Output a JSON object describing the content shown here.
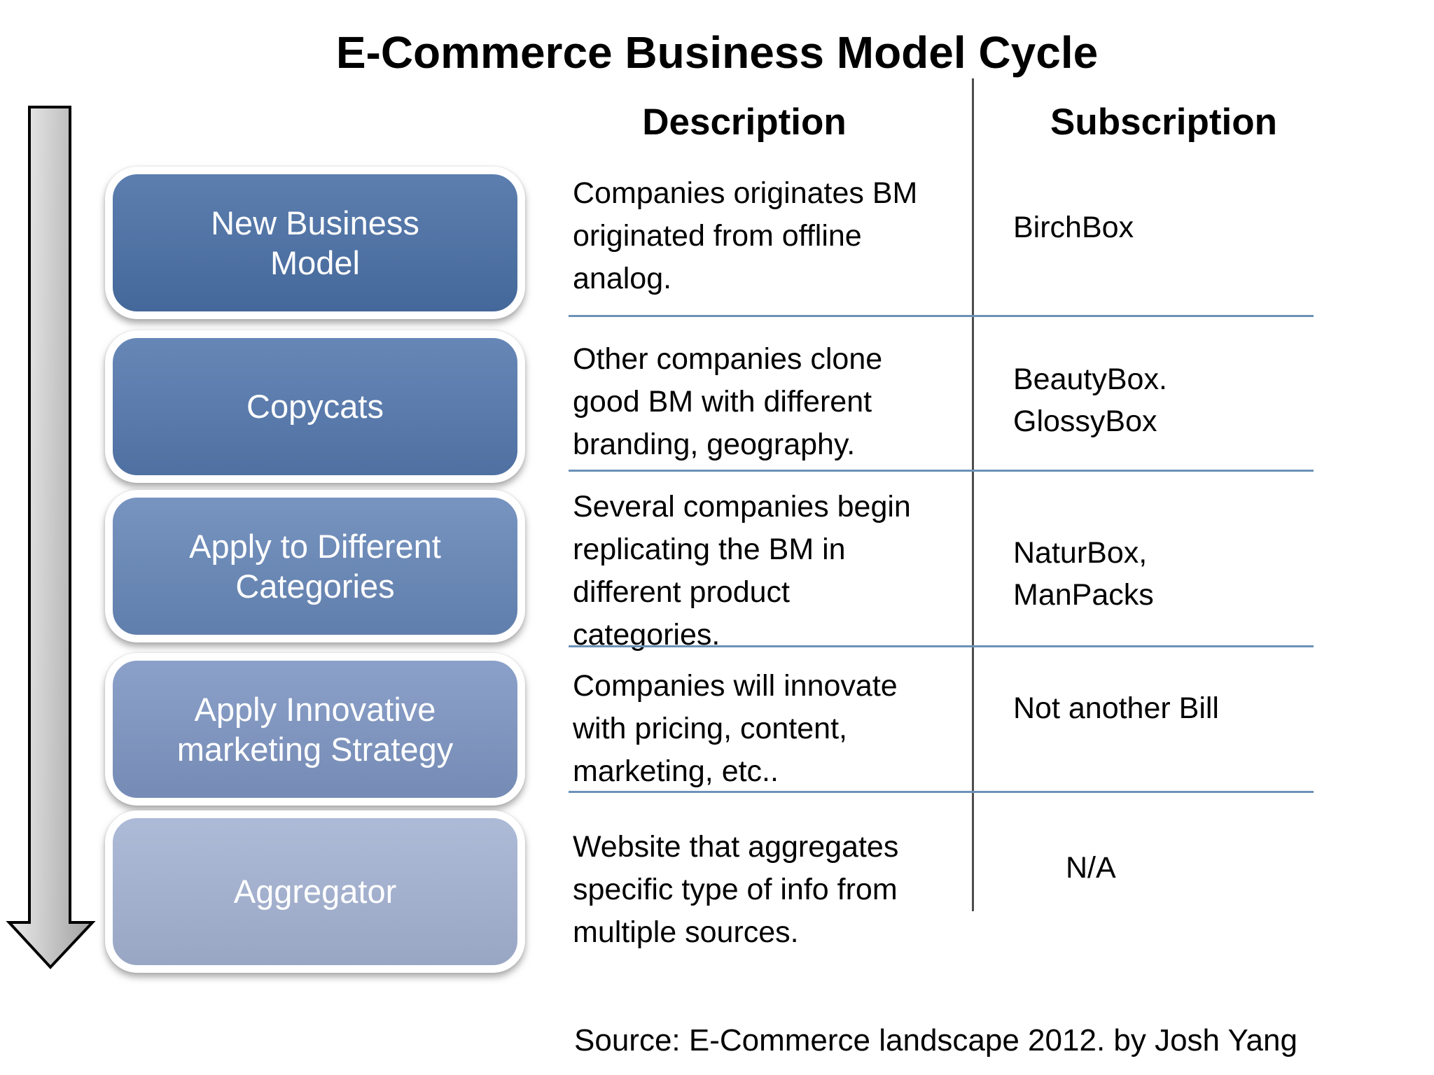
{
  "title": "E-Commerce Business Model Cycle",
  "columns": {
    "description": "Description",
    "subscription": "Subscription"
  },
  "rows": [
    {
      "stage": "New Business\nModel",
      "color": "#4a70a6",
      "description": "Companies originates BM\noriginated from offline\nanalog.",
      "subscription": "BirchBox"
    },
    {
      "stage": "Copycats",
      "color": "#5579ae",
      "description": "Other companies clone\ngood BM  with different\nbranding, geography.",
      "subscription": "BeautyBox.\nGlossyBox"
    },
    {
      "stage": "Apply to Different\nCategories",
      "color": "#6888b9",
      "description": "Several companies begin\nreplicating the BM in\ndifferent product\ncategories.",
      "subscription": "NaturBox,\nManPacks"
    },
    {
      "stage": "Apply Innovative\nmarketing Strategy",
      "color": "#7e96c3",
      "description": "Companies will innovate\nwith pricing, content,\nmarketing, etc..",
      "subscription": "Not another Bill"
    },
    {
      "stage": "Aggregator",
      "color": "#a4b3d3",
      "description": "Website that aggregates\nspecific type of info from\nmultiple sources.",
      "subscription": "N/A"
    }
  ],
  "icons": {
    "flow_arrow": "down-arrow"
  },
  "accent_colors": {
    "row_divider": "#6b91b7",
    "column_divider": "#4d4d4d",
    "arrow_fill_light": "#f6f6f6",
    "arrow_fill_dark": "#a9a9a9",
    "arrow_outline": "#000000"
  },
  "source": "Source: E-Commerce landscape 2012.  by Josh Yang"
}
